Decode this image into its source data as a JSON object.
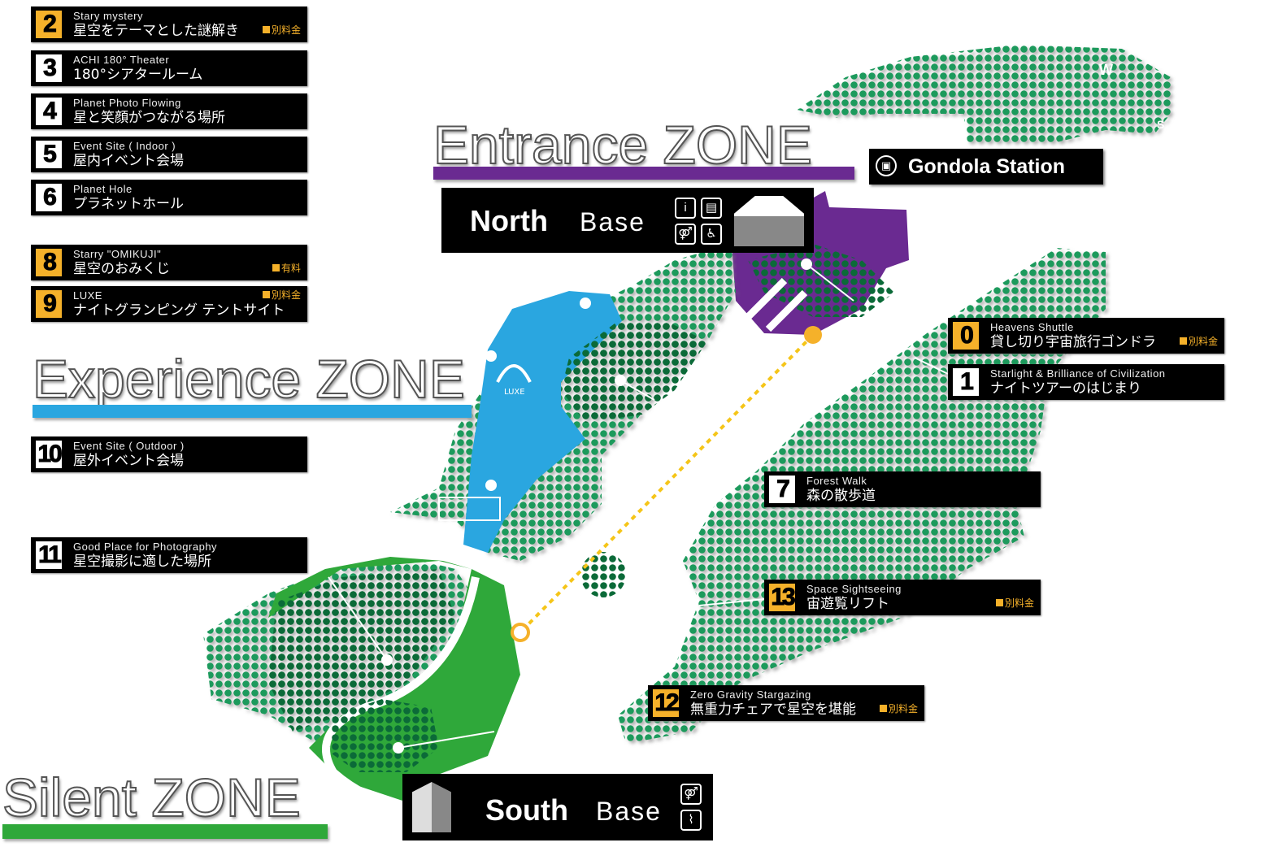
{
  "zones": {
    "entrance": {
      "title": "Entrance ZONE",
      "color": "#6a2a91"
    },
    "experience": {
      "title": "Experience ZONE",
      "color": "#2aa6e0"
    },
    "silent": {
      "title": "Silent ZONE",
      "color": "#2fa83a"
    }
  },
  "bases": {
    "north": {
      "word1": "North",
      "word2": "Base"
    },
    "south": {
      "word1": "South",
      "word2": "Base"
    },
    "gondola": {
      "title": "Gondola Station"
    },
    "lake_badge": "LUXE"
  },
  "compass": {
    "w": "W",
    "s": "S"
  },
  "fee_color": "#f5b12a",
  "spots": [
    {
      "num": "2",
      "en": "Stary mystery",
      "ja": "星空をテーマとした謎解き",
      "fee": "別料金",
      "paid": true
    },
    {
      "num": "3",
      "en": "ACHI 180° Theater",
      "ja": "180°シアタールーム",
      "fee": "",
      "paid": false
    },
    {
      "num": "4",
      "en": "Planet Photo Flowing",
      "ja": "星と笑顔がつながる場所",
      "fee": "",
      "paid": false
    },
    {
      "num": "5",
      "en": "Event Site ( Indoor )",
      "ja": "屋内イベント会場",
      "fee": "",
      "paid": false
    },
    {
      "num": "6",
      "en": "Planet Hole",
      "ja": "プラネットホール",
      "fee": "",
      "paid": false
    },
    {
      "num": "8",
      "en": "Starry \"OMIKUJI\"",
      "ja": "星空のおみくじ",
      "fee": "有料",
      "paid": true
    },
    {
      "num": "9",
      "en": "LUXE",
      "ja": "ナイトグランピング テントサイト",
      "fee": "別料金",
      "paid": true
    },
    {
      "num": "10",
      "en": "Event Site ( Outdoor )",
      "ja": "屋外イベント会場",
      "fee": "",
      "paid": false
    },
    {
      "num": "11",
      "en": "Good Place for Photography",
      "ja": "星空撮影に適した場所",
      "fee": "",
      "paid": false
    },
    {
      "num": "0",
      "en": "Heavens Shuttle",
      "ja": "貸し切り宇宙旅行ゴンドラ",
      "fee": "別料金",
      "paid": true
    },
    {
      "num": "1",
      "en": "Starlight & Brilliance of Civilization",
      "ja": "ナイトツアーのはじまり",
      "fee": "",
      "paid": false
    },
    {
      "num": "7",
      "en": "Forest Walk",
      "ja": "森の散歩道",
      "fee": "",
      "paid": false
    },
    {
      "num": "13",
      "en": "Space Sightseeing",
      "ja": "宙遊覧リフト",
      "fee": "別料金",
      "paid": true
    },
    {
      "num": "12",
      "en": "Zero Gravity Stargazing",
      "ja": "無重力チェアで星空を堪能",
      "fee": "別料金",
      "paid": true
    }
  ]
}
